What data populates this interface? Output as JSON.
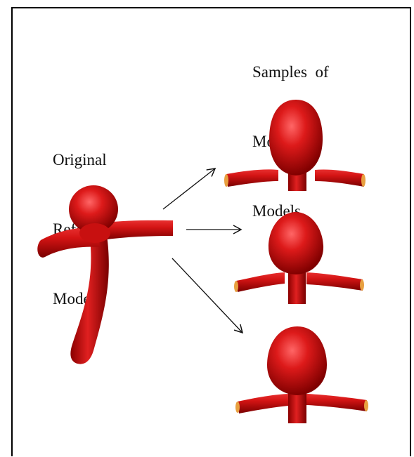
{
  "labels": {
    "original": [
      "Original",
      "Reference",
      "Model"
    ],
    "samples": [
      "Samples  of",
      "Modified",
      "Models"
    ]
  },
  "colors": {
    "vessel": "#cc1111",
    "vessel_dark": "#7a0000",
    "vessel_highlight": "#ff5a5a",
    "vessel_end": "#e8a040",
    "arrow": "#111111",
    "border": "#000000"
  },
  "models": [
    "original-reference-model",
    "modified-model-1",
    "modified-model-2",
    "modified-model-3"
  ]
}
